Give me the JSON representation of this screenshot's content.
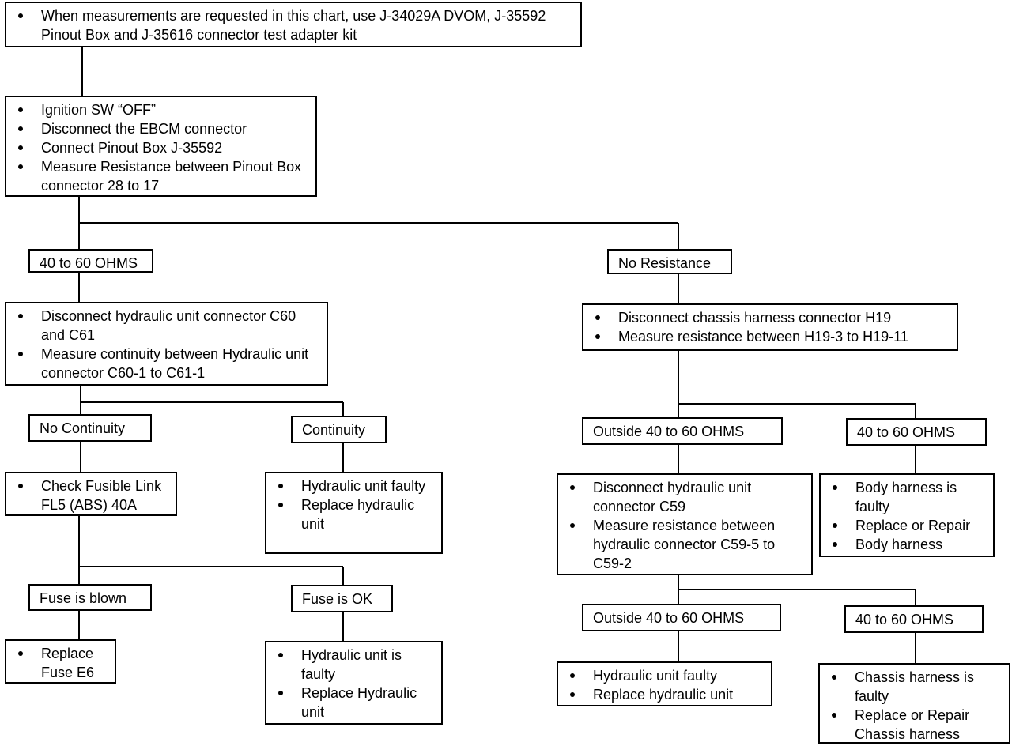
{
  "intro": {
    "items": [
      "When measurements are requested in this chart, use J-34029A DVOM, J-35592 Pinout Box and J-35616 connector test adapter kit"
    ]
  },
  "step1": {
    "items": [
      "Ignition SW “OFF”",
      "Disconnect the EBCM connector",
      "Connect Pinout Box J-35592",
      "Measure Resistance between Pinout Box connector 28 to 17"
    ]
  },
  "left": {
    "result_label": "40 to 60 OHMS",
    "step": {
      "items": [
        "Disconnect hydraulic unit connector C60 and C61",
        "Measure continuity between Hydraulic unit connector C60-1 to C61-1"
      ]
    },
    "no_continuity": {
      "label": "No Continuity",
      "step": {
        "items": [
          "Check Fusible Link FL5 (ABS) 40A"
        ]
      },
      "fuse_blown": {
        "label": "Fuse is blown",
        "action": {
          "items": [
            "Replace Fuse E6"
          ]
        }
      },
      "fuse_ok": {
        "label": "Fuse is OK",
        "action": {
          "items": [
            "Hydraulic unit is faulty",
            "Replace Hydraulic unit"
          ]
        }
      }
    },
    "continuity": {
      "label": "Continuity",
      "action": {
        "items": [
          "Hydraulic unit faulty",
          "Replace hydraulic unit"
        ]
      }
    }
  },
  "right": {
    "result_label": "No Resistance",
    "step": {
      "items": [
        "Disconnect chassis harness connector H19",
        "Measure resistance between H19-3 to H19-11"
      ]
    },
    "outside": {
      "label": "Outside 40 to 60 OHMS",
      "step": {
        "items": [
          "Disconnect hydraulic unit connector C59",
          "Measure resistance between hydraulic connector C59-5 to C59-2"
        ]
      },
      "outside": {
        "label": "Outside 40 to 60 OHMS",
        "action": {
          "items": [
            "Hydraulic unit faulty",
            "Replace hydraulic unit"
          ]
        }
      },
      "within": {
        "label": "40 to 60 OHMS",
        "action": {
          "items": [
            "Chassis harness is faulty",
            "Replace or Repair Chassis harness"
          ]
        }
      }
    },
    "within": {
      "label": "40 to 60 OHMS",
      "action": {
        "items": [
          "Body harness is faulty",
          "Replace or Repair",
          "Body harness"
        ]
      }
    }
  }
}
